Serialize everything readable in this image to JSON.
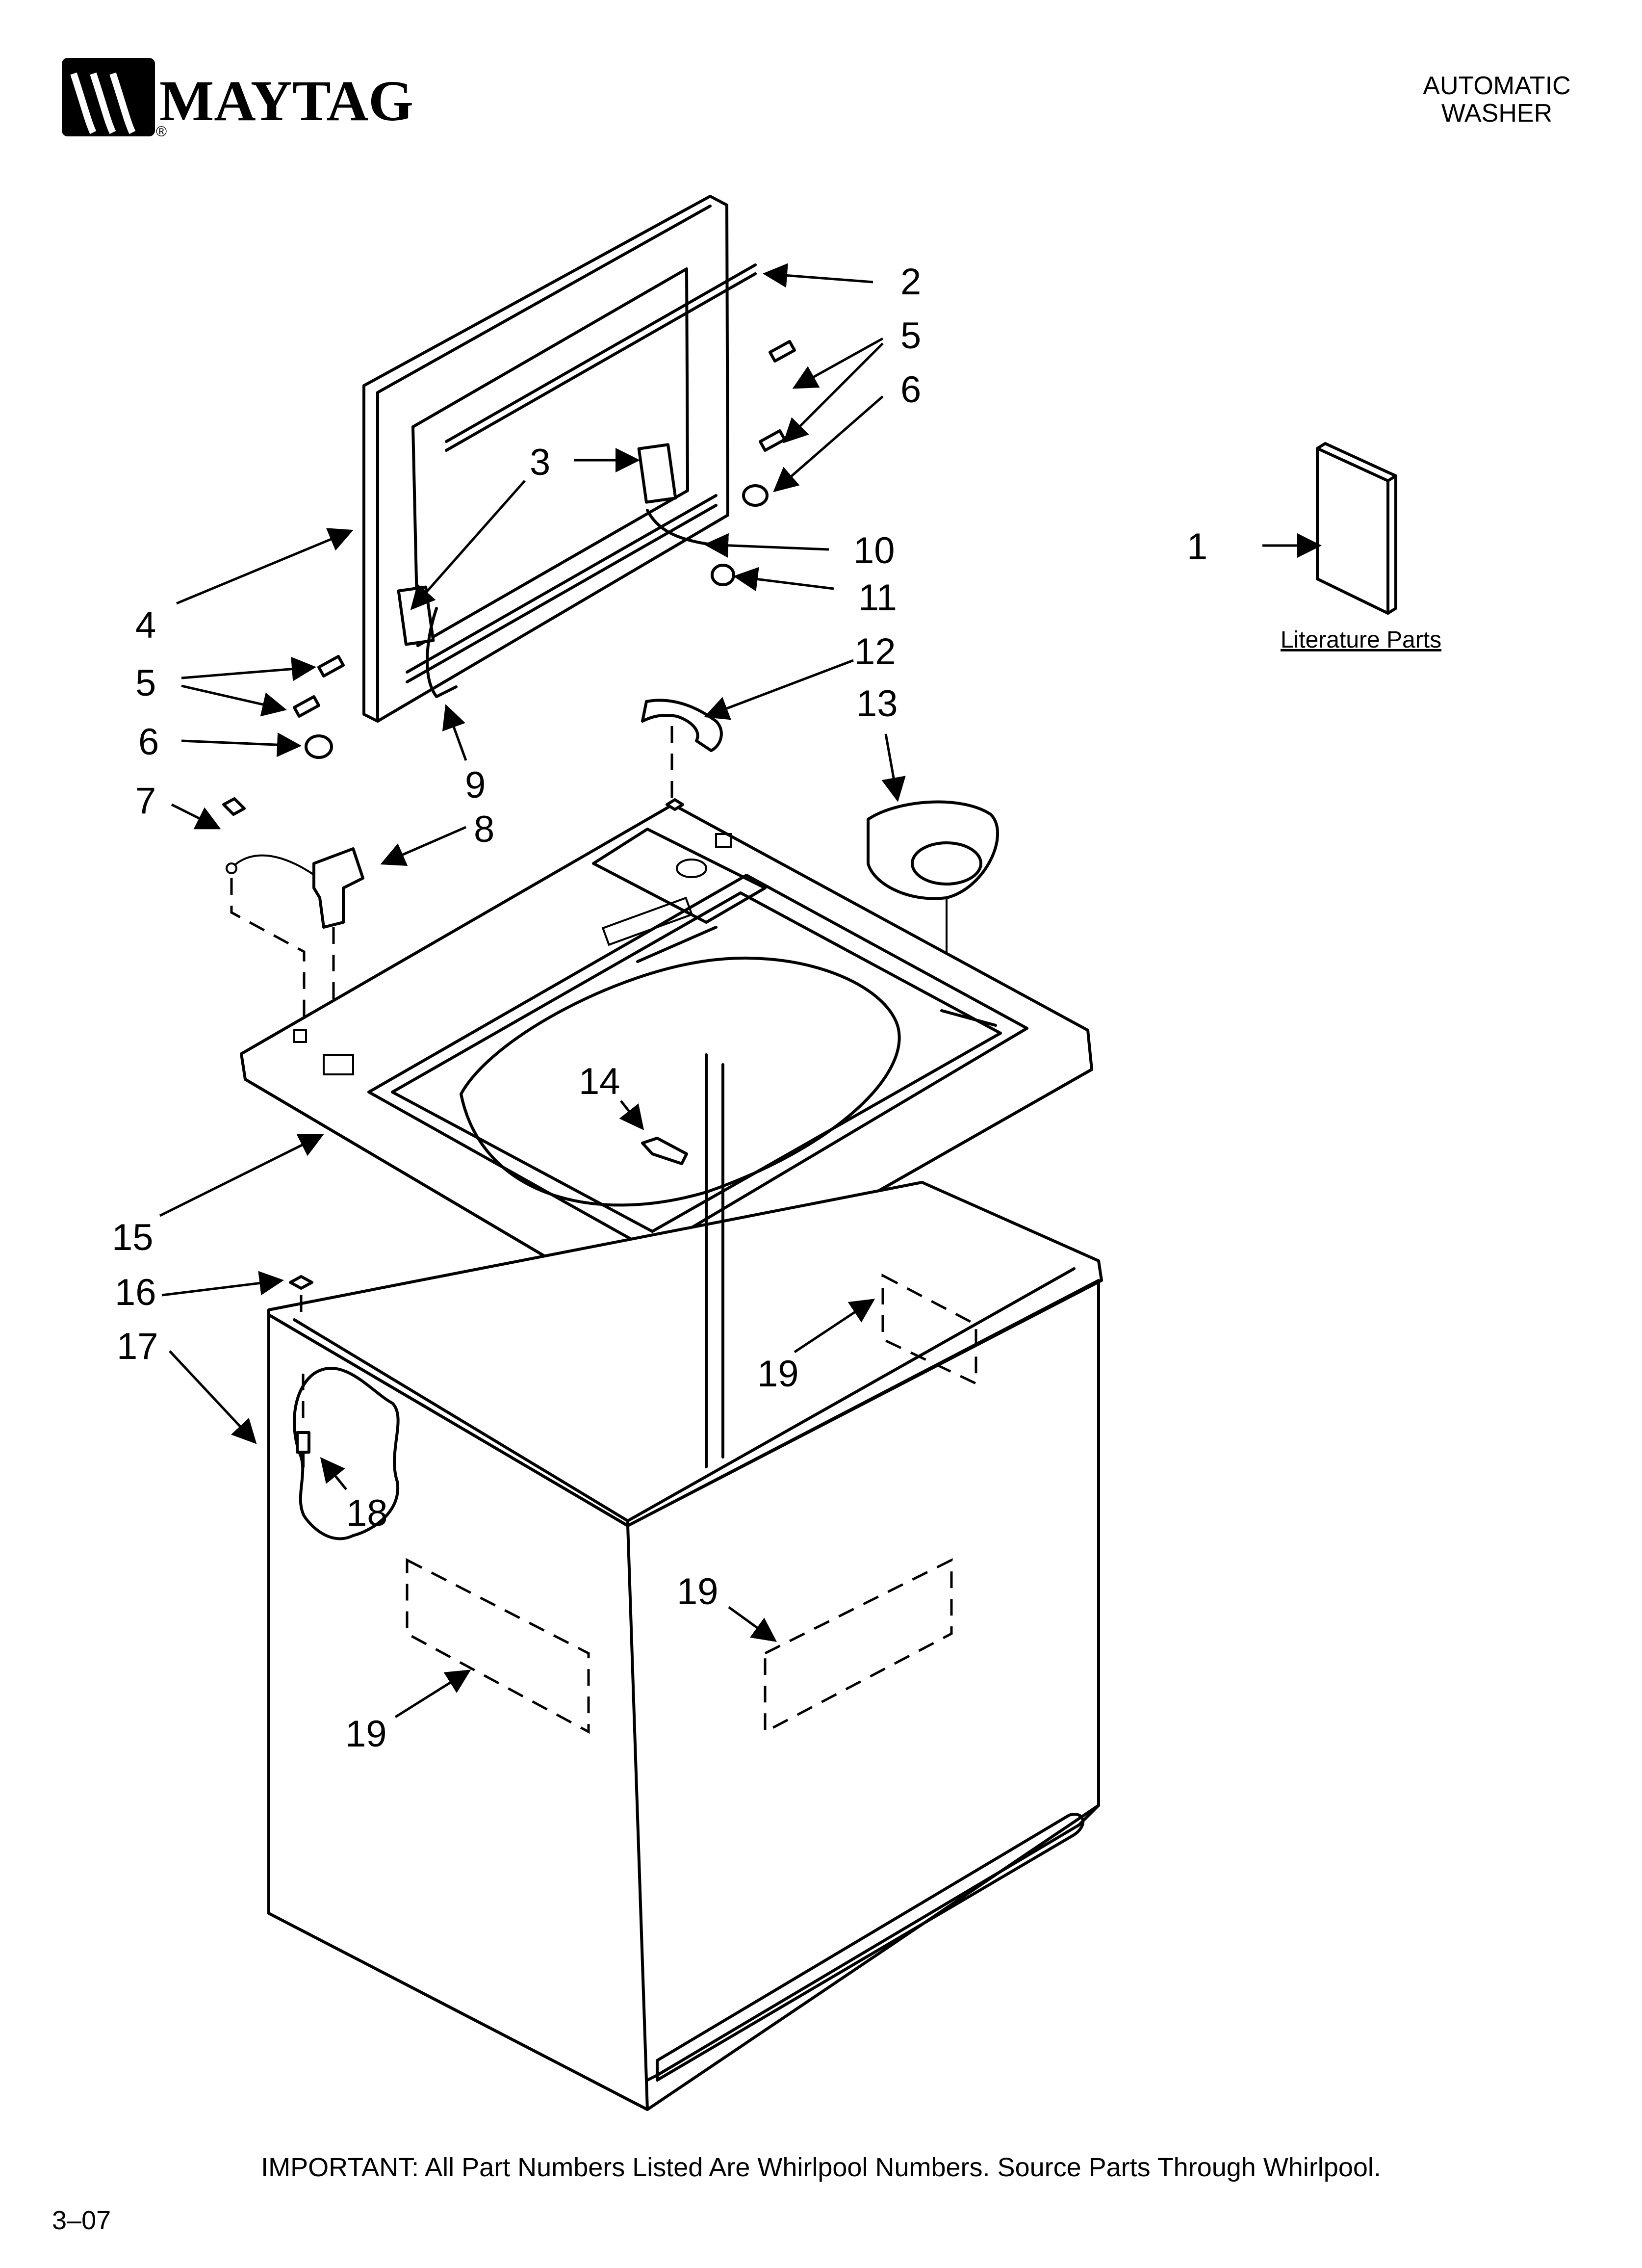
{
  "header": {
    "brand": "MAYTAG",
    "registered": "®",
    "doc_type_line1": "AUTOMATIC",
    "doc_type_line2": "WASHER"
  },
  "literature_caption": "Literature Parts",
  "callouts": {
    "c1": "1",
    "c2": "2",
    "c3": "3",
    "c4": "4",
    "c5a": "5",
    "c5b": "5",
    "c6a": "6",
    "c6b": "6",
    "c7": "7",
    "c8": "8",
    "c9": "9",
    "c10": "10",
    "c11": "11",
    "c12": "12",
    "c13": "13",
    "c14": "14",
    "c15": "15",
    "c16": "16",
    "c17": "17",
    "c18": "18",
    "c19a": "19",
    "c19b": "19",
    "c19c": "19"
  },
  "footer": {
    "notice": "IMPORTANT: All Part Numbers Listed Are Whirlpool Numbers. Source Parts Through Whirlpool.",
    "page_code": "3–07"
  }
}
